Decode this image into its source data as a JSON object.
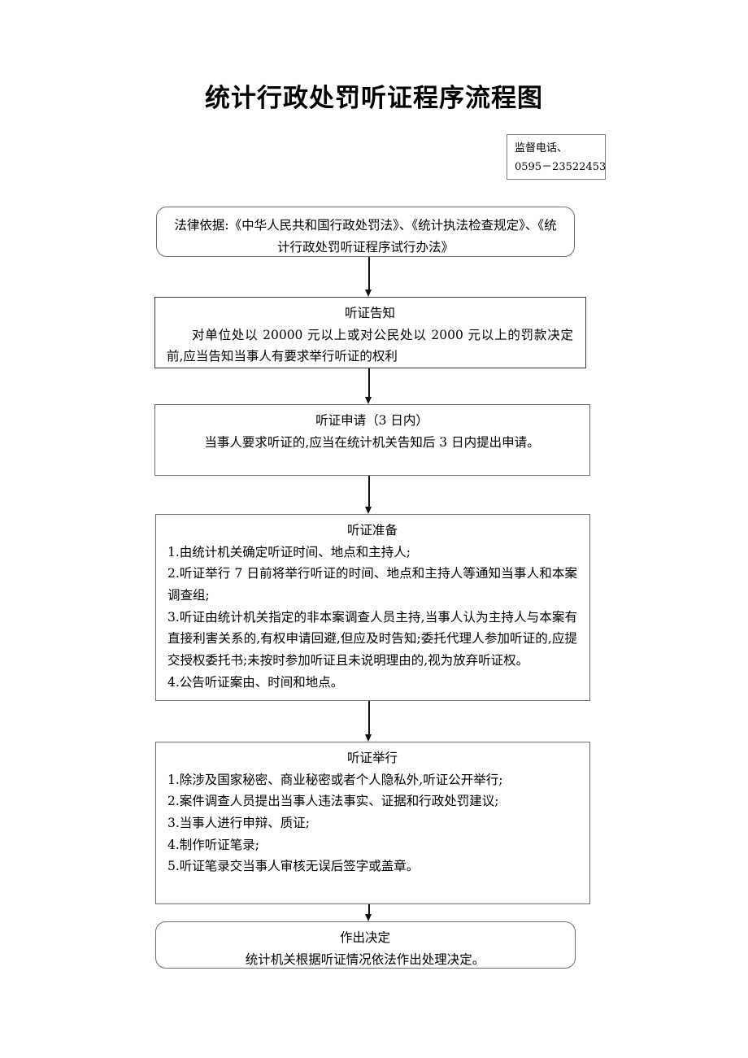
{
  "document": {
    "title": "统计行政处罚听证程序流程图"
  },
  "supervision": {
    "label": "监督电话、",
    "phone": "0595－23522453"
  },
  "flow": {
    "legal_basis": {
      "text": "法律依据:《中华人民共和国行政处罚法》、《统计执法检查规定》、《统计行政处罚听证程序试行办法》"
    },
    "notice": {
      "heading": "听证告知",
      "body": "对单位处以 20000 元以上或对公民处以 2000 元以上的罚款决定前,应当告知当事人有要求举行听证的权利"
    },
    "application": {
      "heading": "听证申请（3 日内）",
      "body": "当事人要求听证的,应当在统计机关告知后 3 日内提出申请。"
    },
    "preparation": {
      "heading": "听证准备",
      "items": [
        "1.由统计机关确定听证时间、地点和主持人;",
        "2.听证举行 7 日前将举行听证的时间、地点和主持人等通知当事人和本案调查组;",
        "3.听证由统计机关指定的非本案调查人员主持,当事人认为主持人与本案有直接利害关系的,有权申请回避,但应及时告知;委托代理人参加听证的,应提交授权委托书;未按时参加听证且未说明理由的,视为放弃听证权。",
        "4.公告听证案由、时间和地点。"
      ]
    },
    "hearing": {
      "heading": "听证举行",
      "items": [
        "1.除涉及国家秘密、商业秘密或者个人隐私外,听证公开举行;",
        "2.案件调查人员提出当事人违法事实、证据和行政处罚建议;",
        "3.当事人进行申辩、质证;",
        "4.制作听证笔录;",
        "5.听证笔录交当事人审核无误后签字或盖章。"
      ]
    },
    "decision": {
      "heading": "作出决定",
      "body": "统计机关根据听证情况依法作出处理决定。"
    }
  }
}
